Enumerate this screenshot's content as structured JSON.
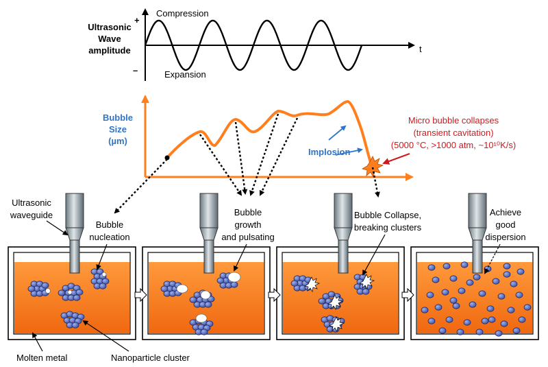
{
  "wave_panel": {
    "y_label_line1": "Ultrasonic",
    "y_label_line2": "Wave",
    "y_label_line3": "amplitude",
    "plus_sign": "+",
    "minus_sign": "–",
    "compression_label": "Compression",
    "expansion_label": "Expansion",
    "time_label": "t"
  },
  "bubble_panel": {
    "y_label_line1": "Bubble",
    "y_label_line2": "Size",
    "y_label_line3": "(µm)",
    "implosion_label": "Implosion",
    "collapse_line1": "Micro bubble collapses",
    "collapse_line2": "(transient cavitation)",
    "collapse_line3": "(5000 °C, >1000 atm, ~10¹⁰K/s)"
  },
  "stages": {
    "waveguide_label_line1": "Ultrasonic",
    "waveguide_label_line2": "waveguide",
    "stage1_line1": "Bubble",
    "stage1_line2": "nucleation",
    "stage2_line1": "Bubble",
    "stage2_line2": "growth",
    "stage2_line3": "and pulsating",
    "stage3_line1": "Bubble Collapse,",
    "stage3_line2": "breaking clusters",
    "stage4_line1": "Achieve",
    "stage4_line2": "good",
    "stage4_line3": "dispersion",
    "molten_metal_label": "Molten metal",
    "cluster_label": "Nanoparticle cluster"
  },
  "colors": {
    "orange_curve": "#ff7f1e",
    "melt_top": "#ff8c2e",
    "melt_bottom": "#f26a10",
    "particle": "#5a6fc0",
    "blue_text": "#2e75c8",
    "red_text": "#d0191d"
  }
}
